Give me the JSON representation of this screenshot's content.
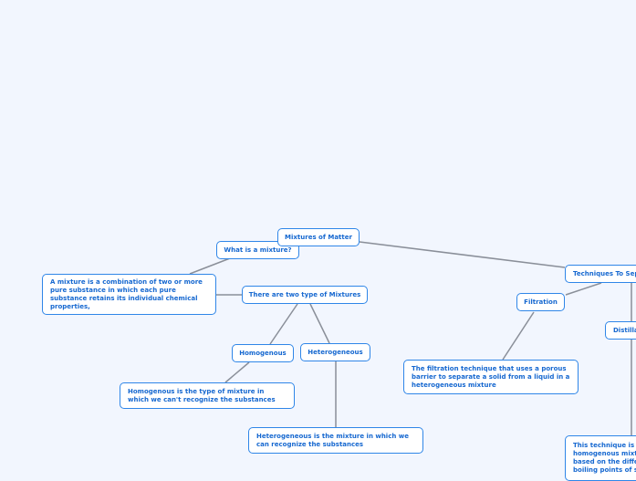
{
  "central": "Mixtures of Matter",
  "what_is": {
    "label": "What is a mixture?",
    "answer": "A mixture is a combination of two or more pure substance in which each pure substance retains its individual chemical properties,"
  },
  "types": {
    "label": "There are two type of Mixtures",
    "homogenous": {
      "label": "Homogenous",
      "desc": "Homogenous is the type of mixture in which we can't recognize the substances"
    },
    "heterogeneous": {
      "label": "Heterogeneous",
      "desc": "Heterogeneous is the mixture in which we can recognize the substances"
    }
  },
  "techniques": {
    "label": "Techniques To Sep",
    "filtration": {
      "label": "Filtration",
      "desc": "The filtration technique that uses a porous barrier to separate a solid from a liquid in a heterogeneous mixture"
    },
    "distillation": {
      "label": "Distilla",
      "desc": "This technique is t\nhomogenous mixt\nbased on the diffe\nboiling points of s"
    }
  },
  "colors": {
    "background": "#f2f6fe",
    "node_border": "#2f86e8",
    "node_text": "#1668d0",
    "connector": "#8a8f99"
  }
}
